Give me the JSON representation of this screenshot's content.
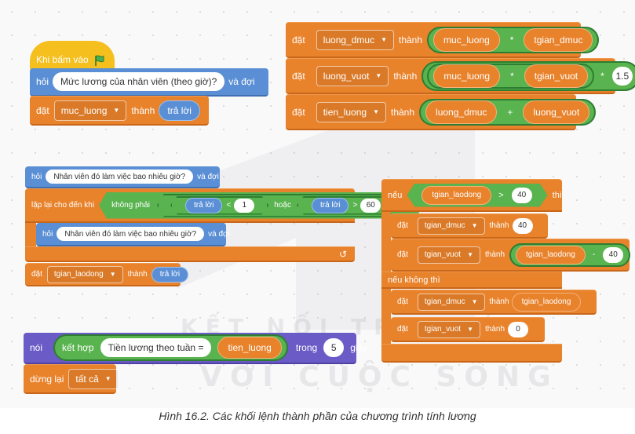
{
  "watermark": {
    "line1": "KẾT NỐI TRI THỨC",
    "line2": "VỚI CUỘC SỐNG"
  },
  "caption": "Hình 16.2. Các khối lệnh thành phần của chương trình tính lương",
  "colors": {
    "motion_orange": "#e8822b",
    "sensing_blue": "#5a8fd5",
    "operator_green": "#59b34f",
    "looks_purple": "#6a5bc6",
    "event_yellow": "#f5bf1e"
  },
  "script1": {
    "hat_label": "Khi bấm vào",
    "hat_icon": "green-flag-icon",
    "ask_label": "hỏi",
    "ask_question": "Mức lương của nhân viên (theo giờ)?",
    "ask_wait": "và đợi",
    "set_label": "đặt",
    "set_var": "muc_luong",
    "set_to": "thành",
    "set_value": "trả lời"
  },
  "script2": {
    "rows": [
      {
        "set": "đặt",
        "var": "luong_dmuc",
        "to": "thành",
        "left": "muc_luong",
        "op": "*",
        "right": "tgian_dmuc"
      },
      {
        "set": "đặt",
        "var": "luong_vuot",
        "to": "thành",
        "left": "muc_luong",
        "op": "*",
        "right": "tgian_vuot",
        "op2": "*",
        "right2": "1.5"
      },
      {
        "set": "đặt",
        "var": "tien_luong",
        "to": "thành",
        "left": "luong_dmuc",
        "op": "+",
        "right": "luong_vuot"
      }
    ]
  },
  "script3": {
    "ask_label": "hỏi",
    "ask_question": "Nhân viên đó làm việc bao nhiêu giờ?",
    "ask_wait": "và đợi",
    "repeat_label": "lặp lại cho đến khi",
    "not_label": "không phải",
    "cond1_left": "trả lời",
    "cond1_op": "<",
    "cond1_right": "1",
    "or_label": "hoặc",
    "cond2_left": "trả lời",
    "cond2_op": ">",
    "cond2_right": "60",
    "inner_ask_label": "hỏi",
    "inner_ask_question": "Nhân viên đó làm việc bao nhiêu giờ?",
    "inner_ask_wait": "và đợi",
    "loop_arrow": "↺",
    "set_label": "đặt",
    "set_var": "tgian_laodong",
    "set_to": "thành",
    "set_value": "trả lời"
  },
  "script4": {
    "say_label": "nói",
    "join_label": "kết hợp",
    "join_text": "Tiền lương theo tuần =",
    "join_var": "tien_luong",
    "for_label": "trong",
    "seconds": "5",
    "sec_label": "giây",
    "stop_label": "dừng lại",
    "stop_option": "tất cả"
  },
  "script5": {
    "if_label": "nếu",
    "cond_var": "tgian_laodong",
    "cond_op": ">",
    "cond_value": "40",
    "then_label": "thì",
    "then_rows": [
      {
        "set": "đặt",
        "var": "tgian_dmuc",
        "to": "thành",
        "value": "40"
      },
      {
        "set": "đặt",
        "var": "tgian_vuot",
        "to": "thành",
        "left": "tgian_laodong",
        "op": "-",
        "right": "40"
      }
    ],
    "else_label": "nếu không thì",
    "else_rows": [
      {
        "set": "đặt",
        "var": "tgian_dmuc",
        "to": "thành",
        "value": "tgian_laodong"
      },
      {
        "set": "đặt",
        "var": "tgian_vuot",
        "to": "thành",
        "value": "0"
      }
    ]
  }
}
